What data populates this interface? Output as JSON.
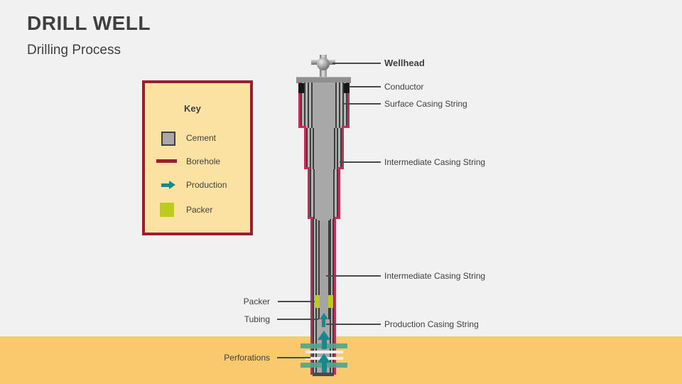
{
  "slide": {
    "title": "DRILL WELL",
    "subtitle": "Drilling Process"
  },
  "key": {
    "title": "Key",
    "items": [
      {
        "label": "Cement",
        "swatch": "gray-square"
      },
      {
        "label": "Borehole",
        "swatch": "maroon-line"
      },
      {
        "label": "Production",
        "swatch": "teal-right-arrow"
      },
      {
        "label": "Packer",
        "swatch": "yellow-green-square"
      }
    ]
  },
  "labels": {
    "right": [
      {
        "text": "Wellhead"
      },
      {
        "text": "Conductor"
      },
      {
        "text": "Surface Casing String"
      },
      {
        "text": "Intermediate Casing String"
      },
      {
        "text": "Intermediate Casing String"
      },
      {
        "text": "Production Casing String"
      }
    ],
    "left": [
      {
        "text": "Packer"
      },
      {
        "text": "Tubing"
      },
      {
        "text": "Perforations"
      }
    ]
  },
  "colors": {
    "background": "#f1f1f1",
    "ground": "#f9c96d",
    "key_fill": "#fce2a2",
    "key_border": "#9e1b32",
    "borehole": "#c72b58",
    "cement": "#a8a8a8",
    "packer": "#bdca1f",
    "production": "#15898c",
    "text": "#3f3f3f"
  }
}
